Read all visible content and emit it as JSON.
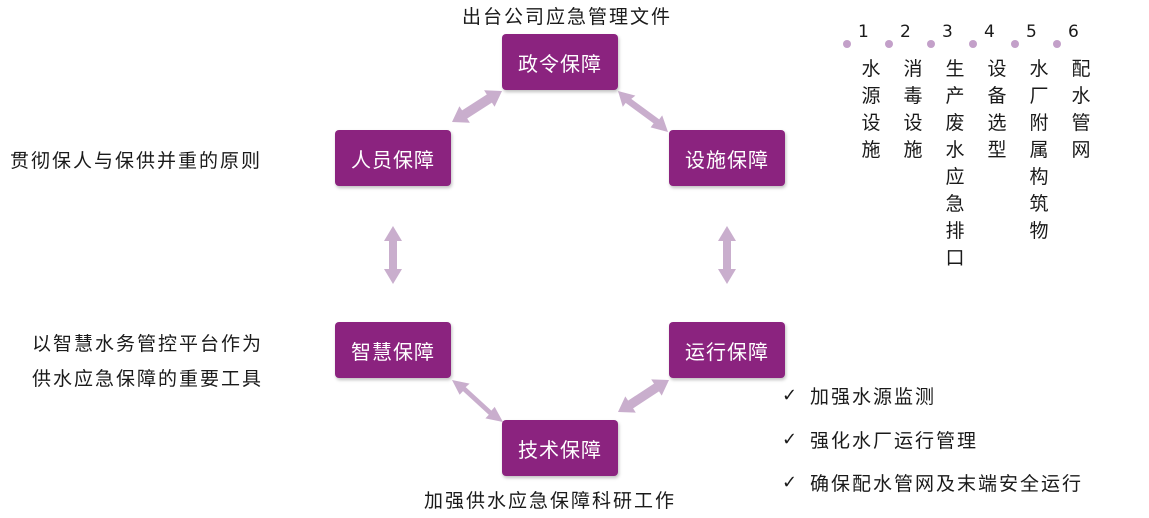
{
  "boxes": {
    "top": "政令保障",
    "left_top": "人员保障",
    "right_top": "设施保障",
    "left_bottom": "智慧保障",
    "right_bottom": "运行保障",
    "bottom": "技术保障"
  },
  "annotations": {
    "top": "出台公司应急管理文件",
    "left_top": "贯彻保人与保供并重的原则",
    "left_bottom_line1": "以智慧水务管控平台作为",
    "left_bottom_line2": "供水应急保障的重要工具",
    "bottom": "加强供水应急保障科研工作"
  },
  "facilities": [
    {
      "num": "1",
      "text": "水源设施"
    },
    {
      "num": "2",
      "text": "消毒设施"
    },
    {
      "num": "3",
      "text": "生产废水应急排口"
    },
    {
      "num": "4",
      "text": "设备选型"
    },
    {
      "num": "5",
      "text": "水厂附属构筑物"
    },
    {
      "num": "6",
      "text": "配水管网"
    }
  ],
  "operations": [
    "加强水源监测",
    "强化水厂运行管理",
    "确保配水管网及末端安全运行"
  ],
  "colors": {
    "box": "#8b237f",
    "arrow": "#c9aecd",
    "dot": "#c3a0c9"
  },
  "icons": {
    "check": "✓"
  }
}
